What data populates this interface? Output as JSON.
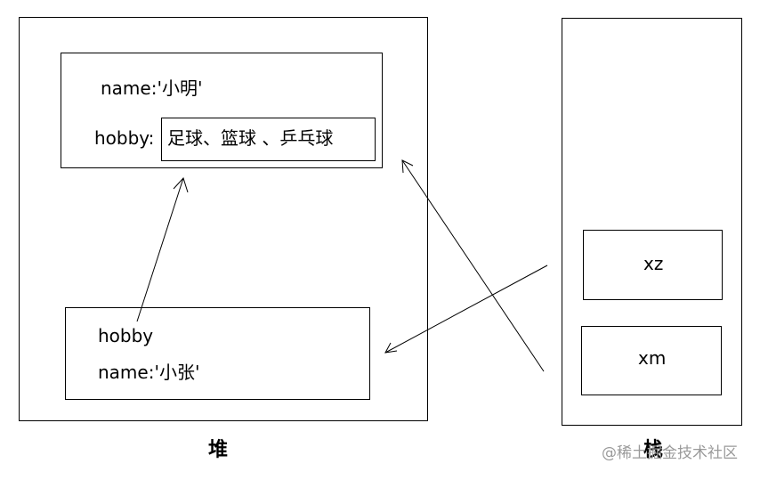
{
  "heap": {
    "label": "堆",
    "objects": {
      "xiaoming": {
        "name_line": "name:'小明'",
        "hobby_key": "hobby:",
        "hobby_values": "足球、篮球 、乒乓球"
      },
      "xiaozhang": {
        "hobby_line": "hobby",
        "name_line": "name:'小张'"
      }
    }
  },
  "stack": {
    "label": "栈",
    "variables": [
      "xz",
      "xm"
    ]
  },
  "watermark": "@稀土掘金技术社区"
}
